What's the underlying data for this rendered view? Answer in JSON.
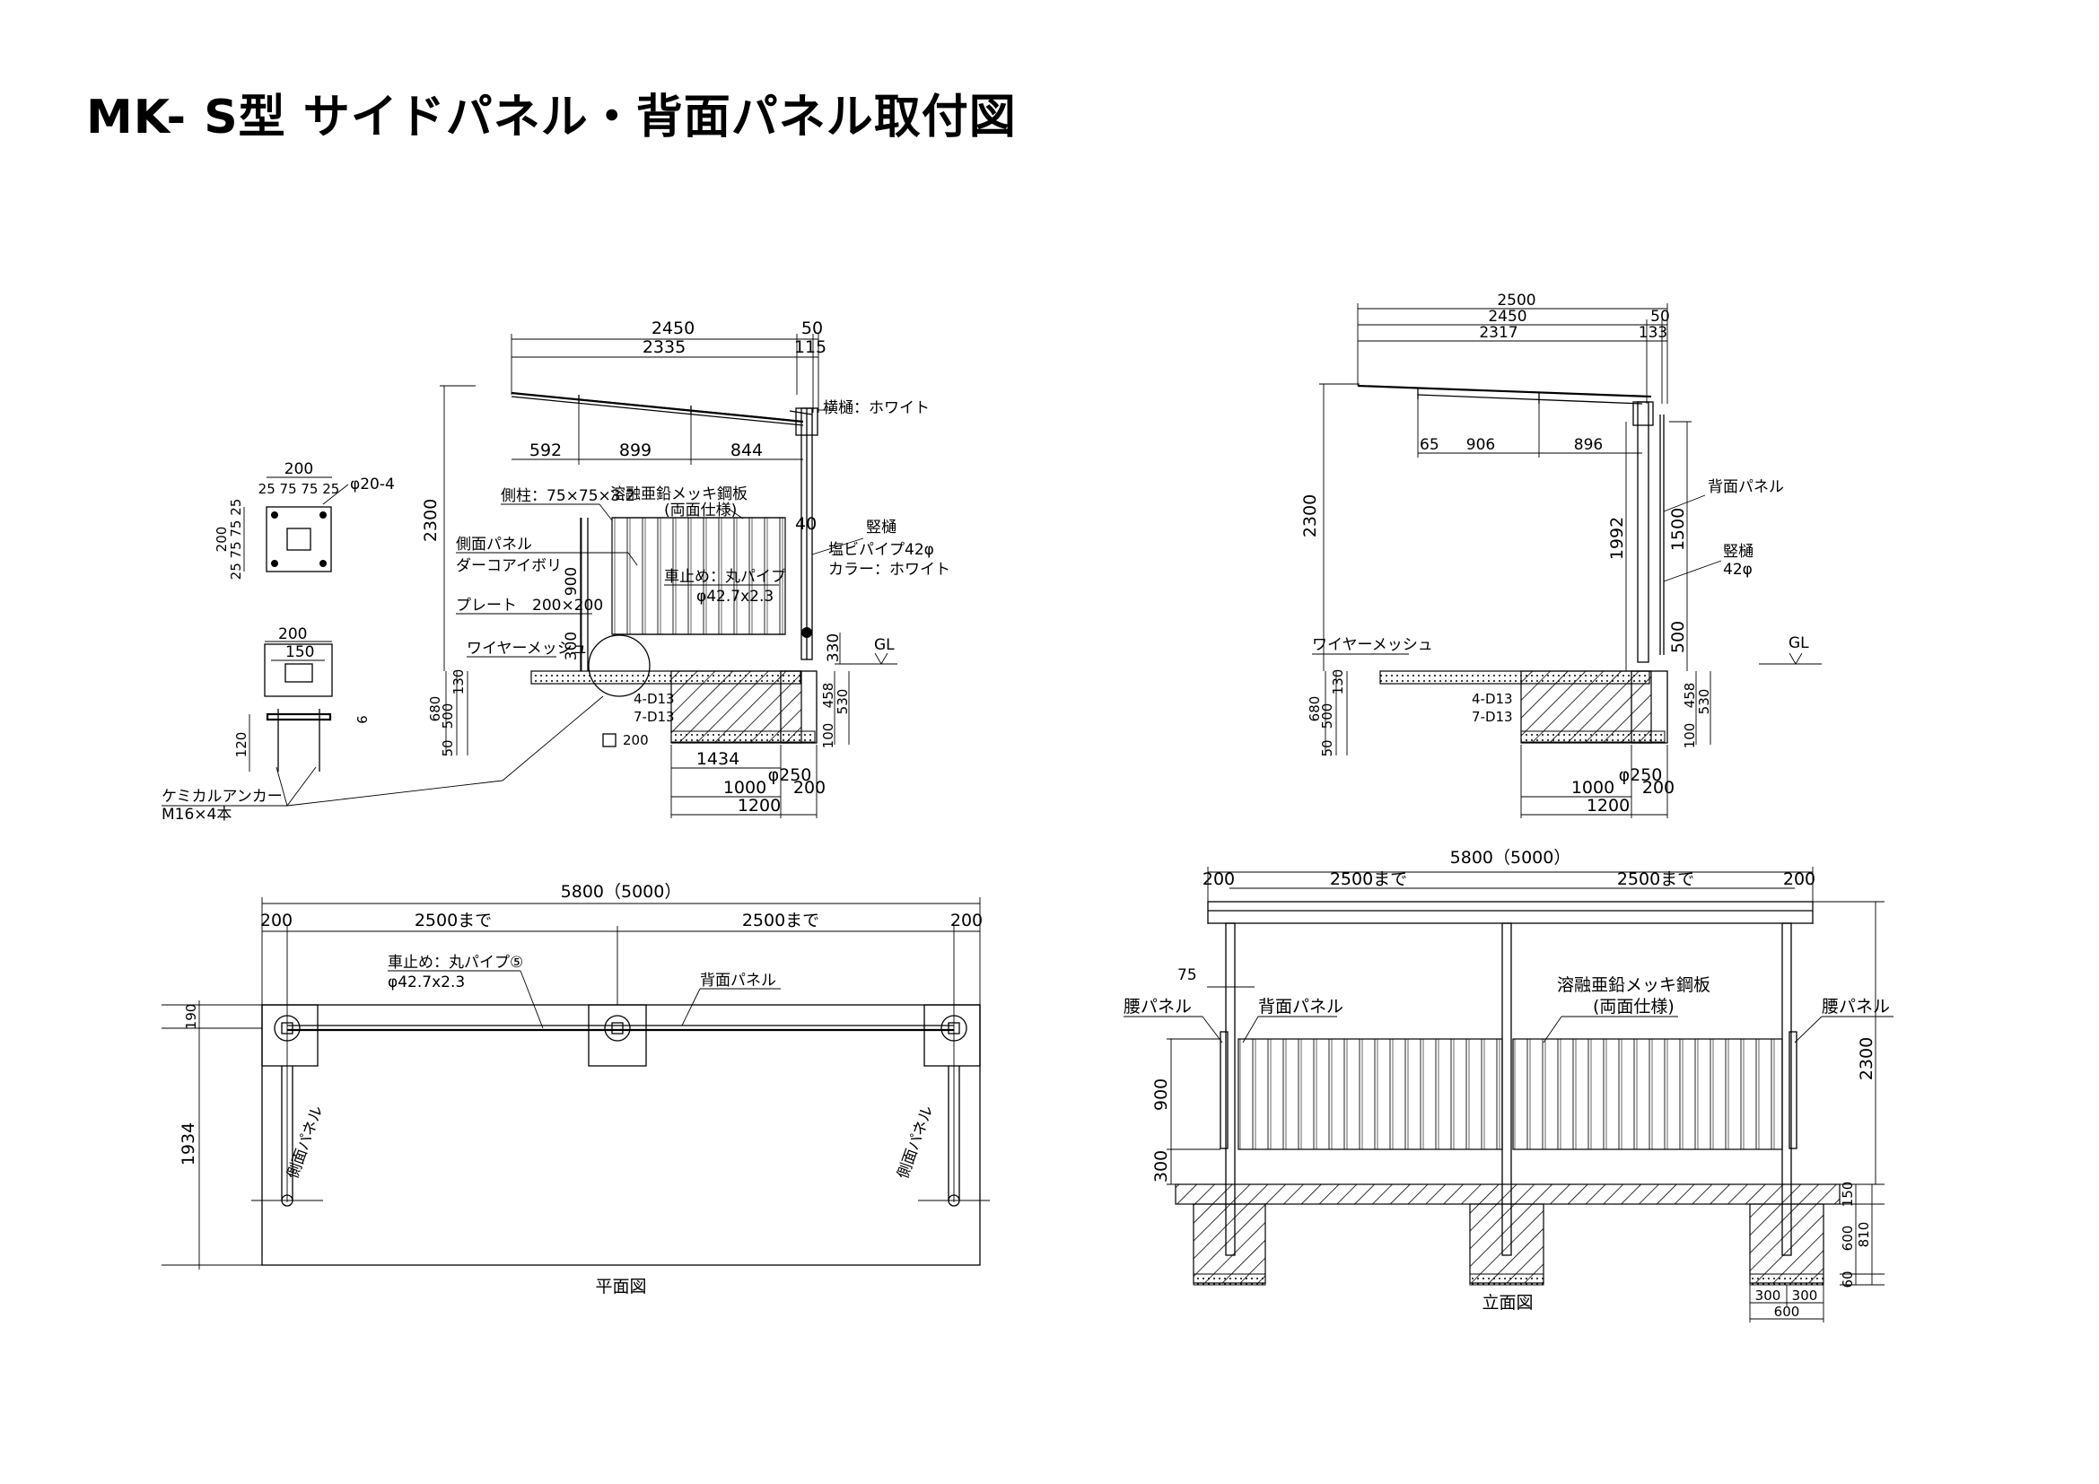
{
  "title": "MK- S型 サイドパネル・背面パネル取付図",
  "side_view_left": {
    "dims": {
      "d2450": "2450",
      "d50": "50",
      "d2335": "2335",
      "d115": "115",
      "d592": "592",
      "d899": "899",
      "d844": "844",
      "d2300": "2300",
      "d900": "900",
      "d300": "300",
      "d40": "40",
      "d330": "330",
      "d458": "458",
      "d530": "530",
      "d100": "100",
      "d680": "680",
      "d130": "130",
      "d500": "500",
      "d50b": "50",
      "d1434": "1434",
      "d1000": "1000",
      "d200": "200",
      "d1200": "1200",
      "phi250": "φ250",
      "d200b": "200",
      "rebar1": "4-D13",
      "rebar2": "7-D13"
    },
    "labels": {
      "gutter": "横樋：ホワイト",
      "post": "側柱：75×75×3.2",
      "steel": "溶融亜鉛メッキ鋼板",
      "steel_sub": "(両面仕様)",
      "side_panel": "側面パネル",
      "side_panel_color": "ダーコアイボリ",
      "stopper": "車止め：丸パイプ",
      "stopper_size": "φ42.7x2.3",
      "plate": "プレート　200×200",
      "wire": "ワイヤーメッシュ",
      "downpipe": "竪樋",
      "downpipe_spec": "塩ビパイプ42φ",
      "downpipe_color": "カラー：ホワイト",
      "gl": "GL"
    }
  },
  "plate_detail": {
    "d200": "200",
    "dims_row": "25 75  75 25",
    "hole": "φ20-4",
    "d200v": "200",
    "dims_col": "25 75 75 25",
    "d200b": "200",
    "d150": "150",
    "d120": "120",
    "d9": "9",
    "anchor": "ケミカルアンカー",
    "anchor_spec": "M16×4本"
  },
  "side_view_right": {
    "dims": {
      "d2500": "2500",
      "d2450": "2450",
      "d50": "50",
      "d2317": "2317",
      "d133": "133",
      "d65": "65",
      "d906": "906",
      "d896": "896",
      "d2300": "2300",
      "d1992": "1992",
      "d1500": "1500",
      "d500": "500",
      "d458": "458",
      "d530": "530",
      "d100": "100",
      "d680": "680",
      "d130": "130",
      "d500b": "500",
      "d50b": "50",
      "phi250": "φ250",
      "d1000": "1000",
      "d200": "200",
      "d1200": "1200",
      "rebar1": "4-D13",
      "rebar2": "7-D13"
    },
    "labels": {
      "back_panel": "背面パネル",
      "downpipe": "竪樋",
      "downpipe_spec": "42φ",
      "wire": "ワイヤーメッシュ",
      "gl": "GL"
    }
  },
  "plan_view": {
    "caption": "平面図",
    "dims": {
      "total": "5800（5000）",
      "d200a": "200",
      "span1": "2500まで",
      "span2": "2500まで",
      "d200b": "200",
      "d190": "190",
      "d1934": "1934"
    },
    "labels": {
      "stopper": "車止め：丸パイプ⑤",
      "stopper_size": "φ42.7x2.3",
      "back_panel": "背面パネル",
      "side_panel_l": "側面パネル",
      "side_panel_r": "側面パネル"
    }
  },
  "elevation_view": {
    "caption": "立面図",
    "dims": {
      "total": "5800（5000）",
      "d200a": "200",
      "span1": "2500まで",
      "span2": "2500まで",
      "d200b": "200",
      "d75": "75",
      "d900": "900",
      "d300": "300",
      "d2300": "2300",
      "d150": "150",
      "d600": "600",
      "d810": "810",
      "d60": "60",
      "d300a": "300",
      "d300b": "300",
      "d600b": "600"
    },
    "labels": {
      "waist_l": "腰パネル",
      "back_panel": "背面パネル",
      "steel": "溶融亜鉛メッキ鋼板",
      "steel_sub": "(両面仕様)",
      "waist_r": "腰パネル"
    }
  }
}
